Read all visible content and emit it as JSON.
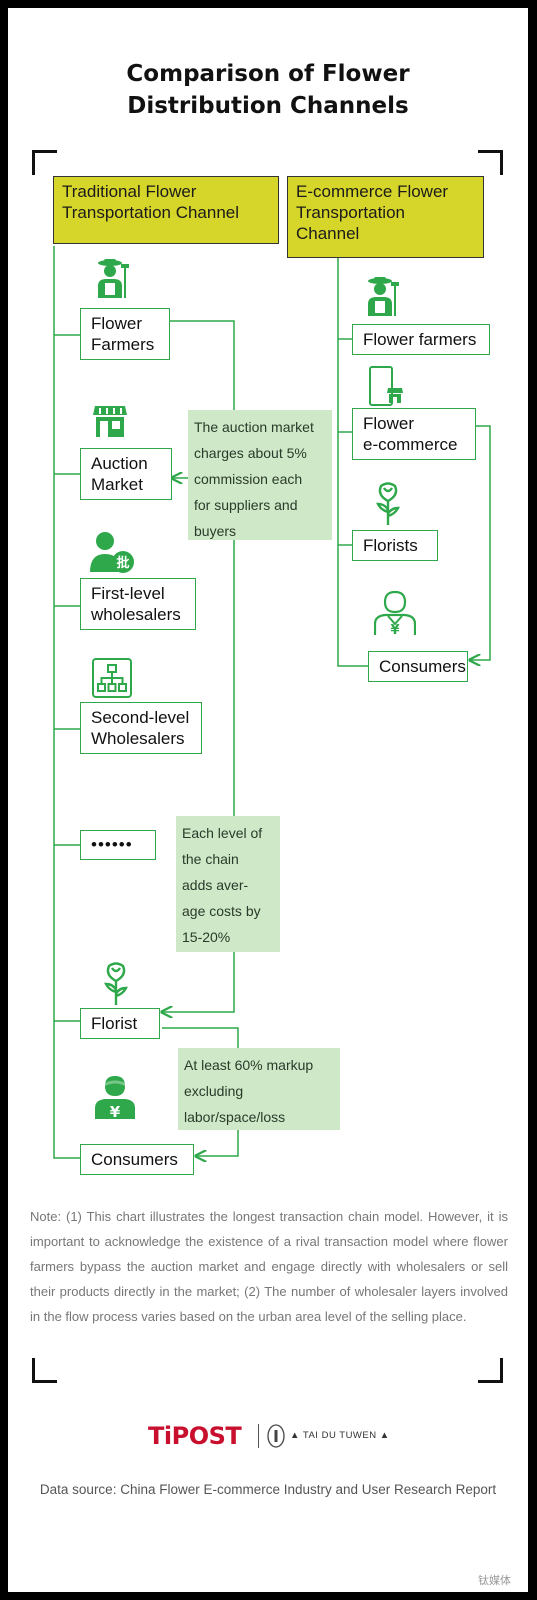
{
  "title_line1": "Comparison of Flower",
  "title_line2": "Distribution Channels",
  "traditional": {
    "header": [
      "Traditional Flower",
      "Transportation Channel"
    ],
    "nodes": {
      "farmers": [
        "Flower",
        "Farmers"
      ],
      "auction": [
        "Auction",
        "Market"
      ],
      "first": [
        "First-level",
        "wholesalers"
      ],
      "second": [
        "Second-level",
        "Wholesalers"
      ],
      "dots": "••••••",
      "florist": "Florist",
      "consumers": "Consumers"
    },
    "notes": {
      "auction": [
        "The auction market",
        "charges about 5%",
        "commission each",
        "for suppliers and",
        "buyers"
      ],
      "chain": [
        "Each level of",
        "the chain",
        "adds aver-",
        "age costs by",
        "15-20%"
      ],
      "markup": [
        "At least 60% markup",
        "excluding",
        "labor/space/loss"
      ]
    }
  },
  "ecommerce": {
    "header": [
      "E-commerce Flower",
      "Transportation",
      "Channel"
    ],
    "nodes": {
      "farmers": "Flower farmers",
      "ecom": [
        "Flower",
        "e-commerce"
      ],
      "florists": "Florists",
      "consumers": "Consumers"
    }
  },
  "footnote": "Note: (1) This chart illustrates the longest transaction chain model. However, it is important to acknowledge the existence of a rival transaction model where flower farmers bypass the auction market and engage directly with wholesalers or sell their products directly in the market; (2) The number of wholesaler layers involved in the flow process varies based on the urban area level of the selling place.",
  "logo_tipost": "TiPOST",
  "logo_taidu": "▲ TAI DU TUWEN ▲",
  "source": "Data source: China Flower E-commerce Industry and User Research Report",
  "watermark": "钛媒体",
  "colors": {
    "accent_green": "#2ea84a",
    "header_yellow": "#d6d52a",
    "note_green": "#cfe9c8",
    "logo_red": "#c8102e"
  }
}
